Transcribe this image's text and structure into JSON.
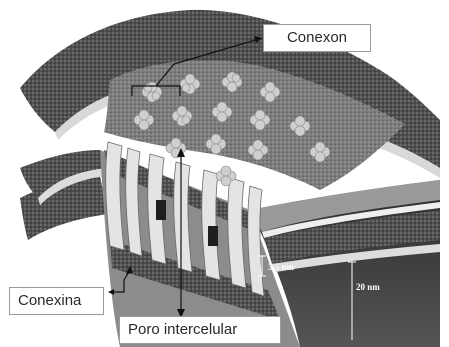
{
  "labels": {
    "conexon": "Conexon",
    "conexina": "Conexina",
    "poro_intercelular": "Poro intercelular"
  },
  "dimensions": {
    "gap": "3.5 nm",
    "depth": "20 nm"
  },
  "colors": {
    "membrane_dark": "#3a3a3a",
    "membrane_mid": "#6e6e6e",
    "membrane_light": "#bdbdbd",
    "connexon_fill": "#d4d4d4",
    "label_border": "#9a9a9a",
    "arrow": "#111111"
  }
}
